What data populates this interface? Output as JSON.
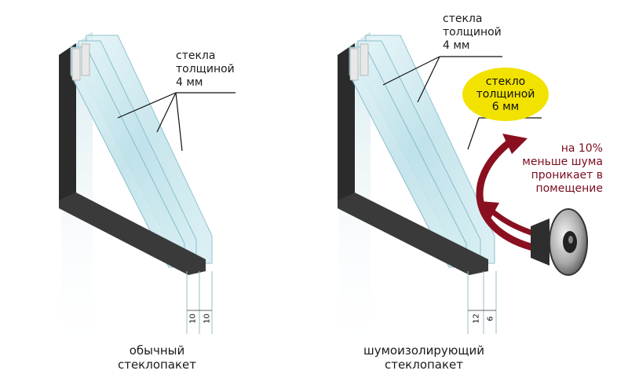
{
  "left_unit": {
    "glass_label_line1": "стекла",
    "glass_label_line2": "толщиной",
    "glass_label_line3": "4 мм",
    "dim_1": "10",
    "dim_2": "10",
    "caption_line1": "обычный",
    "caption_line2": "стеклопакет"
  },
  "right_unit": {
    "glass_label_line1": "стекла",
    "glass_label_line2": "толщиной",
    "glass_label_line3": "4 мм",
    "highlight_line1": "стекло",
    "highlight_line2": "толщиной",
    "highlight_line3": "6 мм",
    "dim_1": "12",
    "dim_2": "6",
    "caption_line1": "шумоизолирующий",
    "caption_line2": "стеклопакет"
  },
  "noise_note": {
    "line1": "на 10%",
    "line2": "меньше шума",
    "line3": "проникает в",
    "line4": "помещение"
  },
  "colors": {
    "highlight_badge": "#f2e200",
    "noise_text": "#7a0c1e",
    "arrow": "#8a1020",
    "glass": "#bfe4ec",
    "frame": "#2b2b2b"
  }
}
